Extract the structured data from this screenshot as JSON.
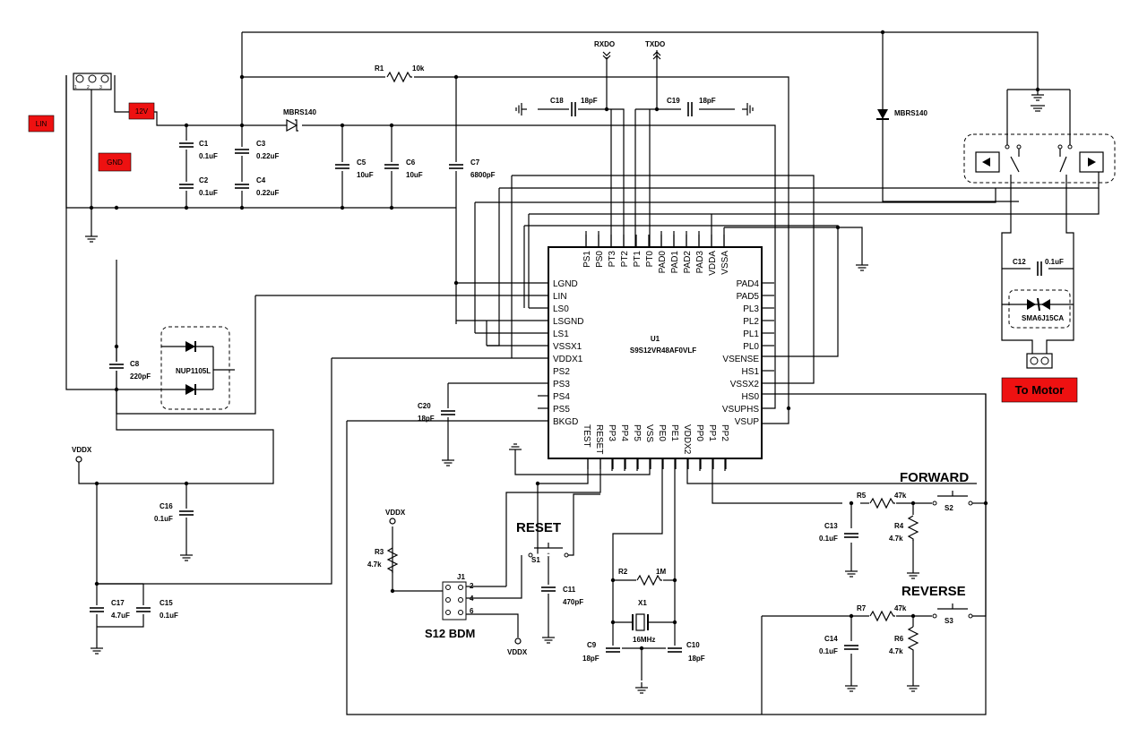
{
  "labels": {
    "lin": "LIN",
    "v12": "12V",
    "gnd": "GND",
    "to_motor": "To Motor",
    "forward": "FORWARD",
    "reverse": "REVERSE",
    "reset": "RESET",
    "s12_bdm": "S12 BDM",
    "rxdo": "RXDO",
    "txdo": "TXDO",
    "vddx_left": "VDDX",
    "vddx_r3": "VDDX",
    "vddx_j1": "VDDX",
    "conn_pin1": "1",
    "conn_pin2": "2",
    "conn_pin3": "3"
  },
  "components": {
    "c1_ref": "C1",
    "c1_val": "0.1uF",
    "c2_ref": "C2",
    "c2_val": "0.1uF",
    "c3_ref": "C3",
    "c3_val": "0.22uF",
    "c4_ref": "C4",
    "c4_val": "0.22uF",
    "c5_ref": "C5",
    "c5_val": "10uF",
    "c6_ref": "C6",
    "c6_val": "10uF",
    "c7_ref": "C7",
    "c7_val": "6800pF",
    "c8_ref": "C8",
    "c8_val": "220pF",
    "c9_ref": "C9",
    "c9_val": "18pF",
    "c10_ref": "C10",
    "c10_val": "18pF",
    "c11_ref": "C11",
    "c11_val": "470pF",
    "c12_ref": "C12",
    "c12_val": "0.1uF",
    "c13_ref": "C13",
    "c13_val": "0.1uF",
    "c14_ref": "C14",
    "c14_val": "0.1uF",
    "c15_ref": "C15",
    "c15_val": "0.1uF",
    "c16_ref": "C16",
    "c16_val": "0.1uF",
    "c17_ref": "C17",
    "c17_val": "4.7uF",
    "c18_ref": "C18",
    "c18_val": "18pF",
    "c19_ref": "C19",
    "c19_val": "18pF",
    "c20_ref": "C20",
    "c20_val": "18pF",
    "r1_ref": "R1",
    "r1_val": "10k",
    "r2_ref": "R2",
    "r2_val": "1M",
    "r3_ref": "R3",
    "r3_val": "4.7k",
    "r4_ref": "R4",
    "r4_val": "4.7k",
    "r5_ref": "R5",
    "r5_val": "47k",
    "r6_ref": "R6",
    "r6_val": "4.7k",
    "r7_ref": "R7",
    "r7_val": "47k",
    "x1_ref": "X1",
    "x1_val": "16MHz",
    "d_mbrs_left": "MBRS140",
    "d_mbrs_right": "MBRS140",
    "nup": "NUP1105L",
    "tvs": "SMA6J15CA",
    "s1": "S1",
    "s2": "S2",
    "s3": "S3",
    "j1": "J1",
    "j1_p2": "2",
    "j1_p4": "4",
    "j1_p6": "6",
    "u1_ref": "U1",
    "u1_part": "S9S12VR48AF0VLF"
  },
  "u1_pins": {
    "top": [
      "PS1",
      "PS0",
      "PT3",
      "PT2",
      "PT1",
      "PT0",
      "PAD0",
      "PAD1",
      "PAD2",
      "PAD3",
      "VDDA",
      "VSSA"
    ],
    "left": [
      "LGND",
      "LIN",
      "LS0",
      "LSGND",
      "LS1",
      "VSSX1",
      "VDDX1",
      "PS2",
      "PS3",
      "PS4",
      "PS5",
      "BKGD"
    ],
    "right": [
      "PAD4",
      "PAD5",
      "PL3",
      "PL2",
      "PL1",
      "PL0",
      "VSENSE",
      "HS1",
      "VSSX2",
      "HS0",
      "VSUPHS",
      "VSUP"
    ],
    "bottom": [
      "TEST",
      "RESET",
      "PP3",
      "PP4",
      "PP5",
      "VSS",
      "PE0",
      "PE1",
      "VDDX2",
      "PP0",
      "PP1",
      "PP2"
    ]
  },
  "colors": {
    "warning_box": "#ee1111",
    "wire": "#000000",
    "background": "#ffffff"
  }
}
